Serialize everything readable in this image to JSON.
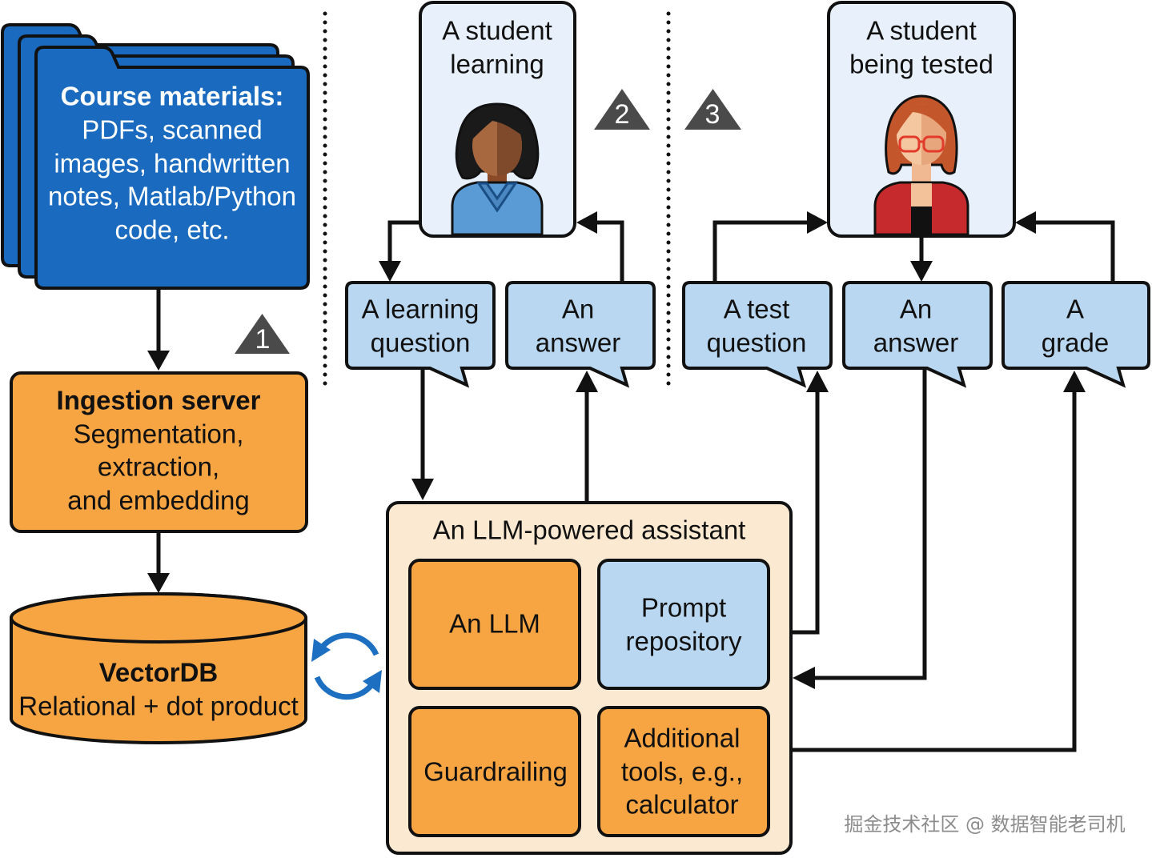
{
  "course_materials": {
    "title": "Course materials:",
    "lines": [
      "PDFs, scanned",
      "images, handwritten",
      "notes, Matlab/Python",
      "code, etc."
    ]
  },
  "ingestion_server": {
    "title": "Ingestion server",
    "lines": [
      "Segmentation,",
      "extraction,",
      "and embedding"
    ]
  },
  "vector_db": {
    "title": "VectorDB",
    "subtitle": "Relational + dot product"
  },
  "steps": [
    "1",
    "2",
    "3"
  ],
  "student_learning": {
    "lines": [
      "A student",
      "learning"
    ]
  },
  "student_tested": {
    "lines": [
      "A student",
      "being tested"
    ]
  },
  "bubbles": {
    "learning_question": [
      "A learning",
      "question"
    ],
    "answer_1": [
      "An",
      "answer"
    ],
    "test_question": [
      "A test",
      "question"
    ],
    "answer_2": [
      "An",
      "answer"
    ],
    "grade": [
      "A",
      "grade"
    ]
  },
  "assistant": {
    "title": "An LLM-powered assistant",
    "llm": "An LLM",
    "prompt_repository": [
      "Prompt",
      "repository"
    ],
    "guardrailing": "Guardrailing",
    "tools": [
      "Additional",
      "tools, e.g.,",
      "calculator"
    ]
  },
  "watermark": "掘金技术社区 @ 数据智能老司机",
  "colors": {
    "folder-blue": "#1a6bbf",
    "orange": "#f7a542",
    "light-blue": "#b9d7f0",
    "card-bg": "#e8f1fb",
    "assistant-bg": "#fce9d2",
    "step-gray": "#4a4a4a",
    "cycle-blue": "#1d6fc1",
    "outline": "#111111",
    "watermark": "#8c8c8c"
  }
}
